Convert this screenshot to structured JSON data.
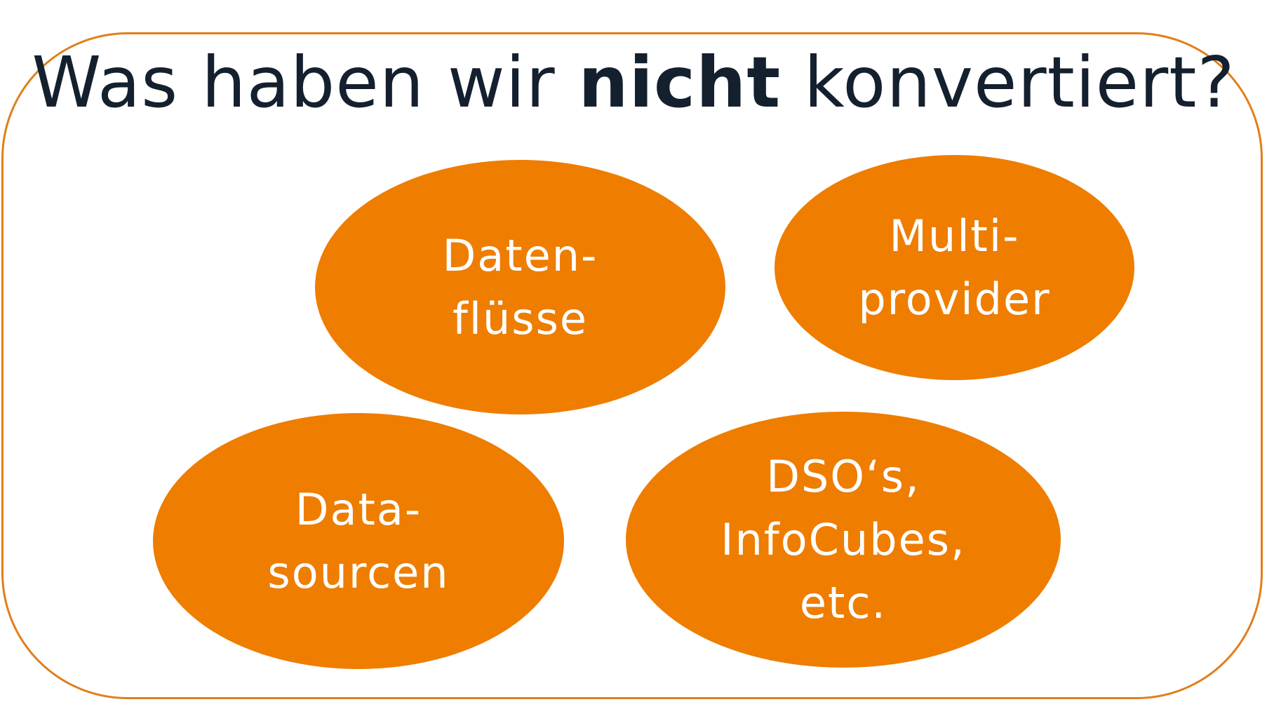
{
  "title": {
    "before": "Was haben wir ",
    "emphasis": "nicht",
    "after": " konvertiert?"
  },
  "bubbles": [
    {
      "label": "Daten-\nflüsse"
    },
    {
      "label": "Multi-\nprovider"
    },
    {
      "label": "Data-\nsourcen"
    },
    {
      "label": "DSO‘s,\nInfoCubes,\netc."
    }
  ],
  "colors": {
    "accent": "#EE7D00",
    "frame_border": "#E07F1A",
    "title_text": "#14202E",
    "bubble_text": "#FFFFFF"
  }
}
